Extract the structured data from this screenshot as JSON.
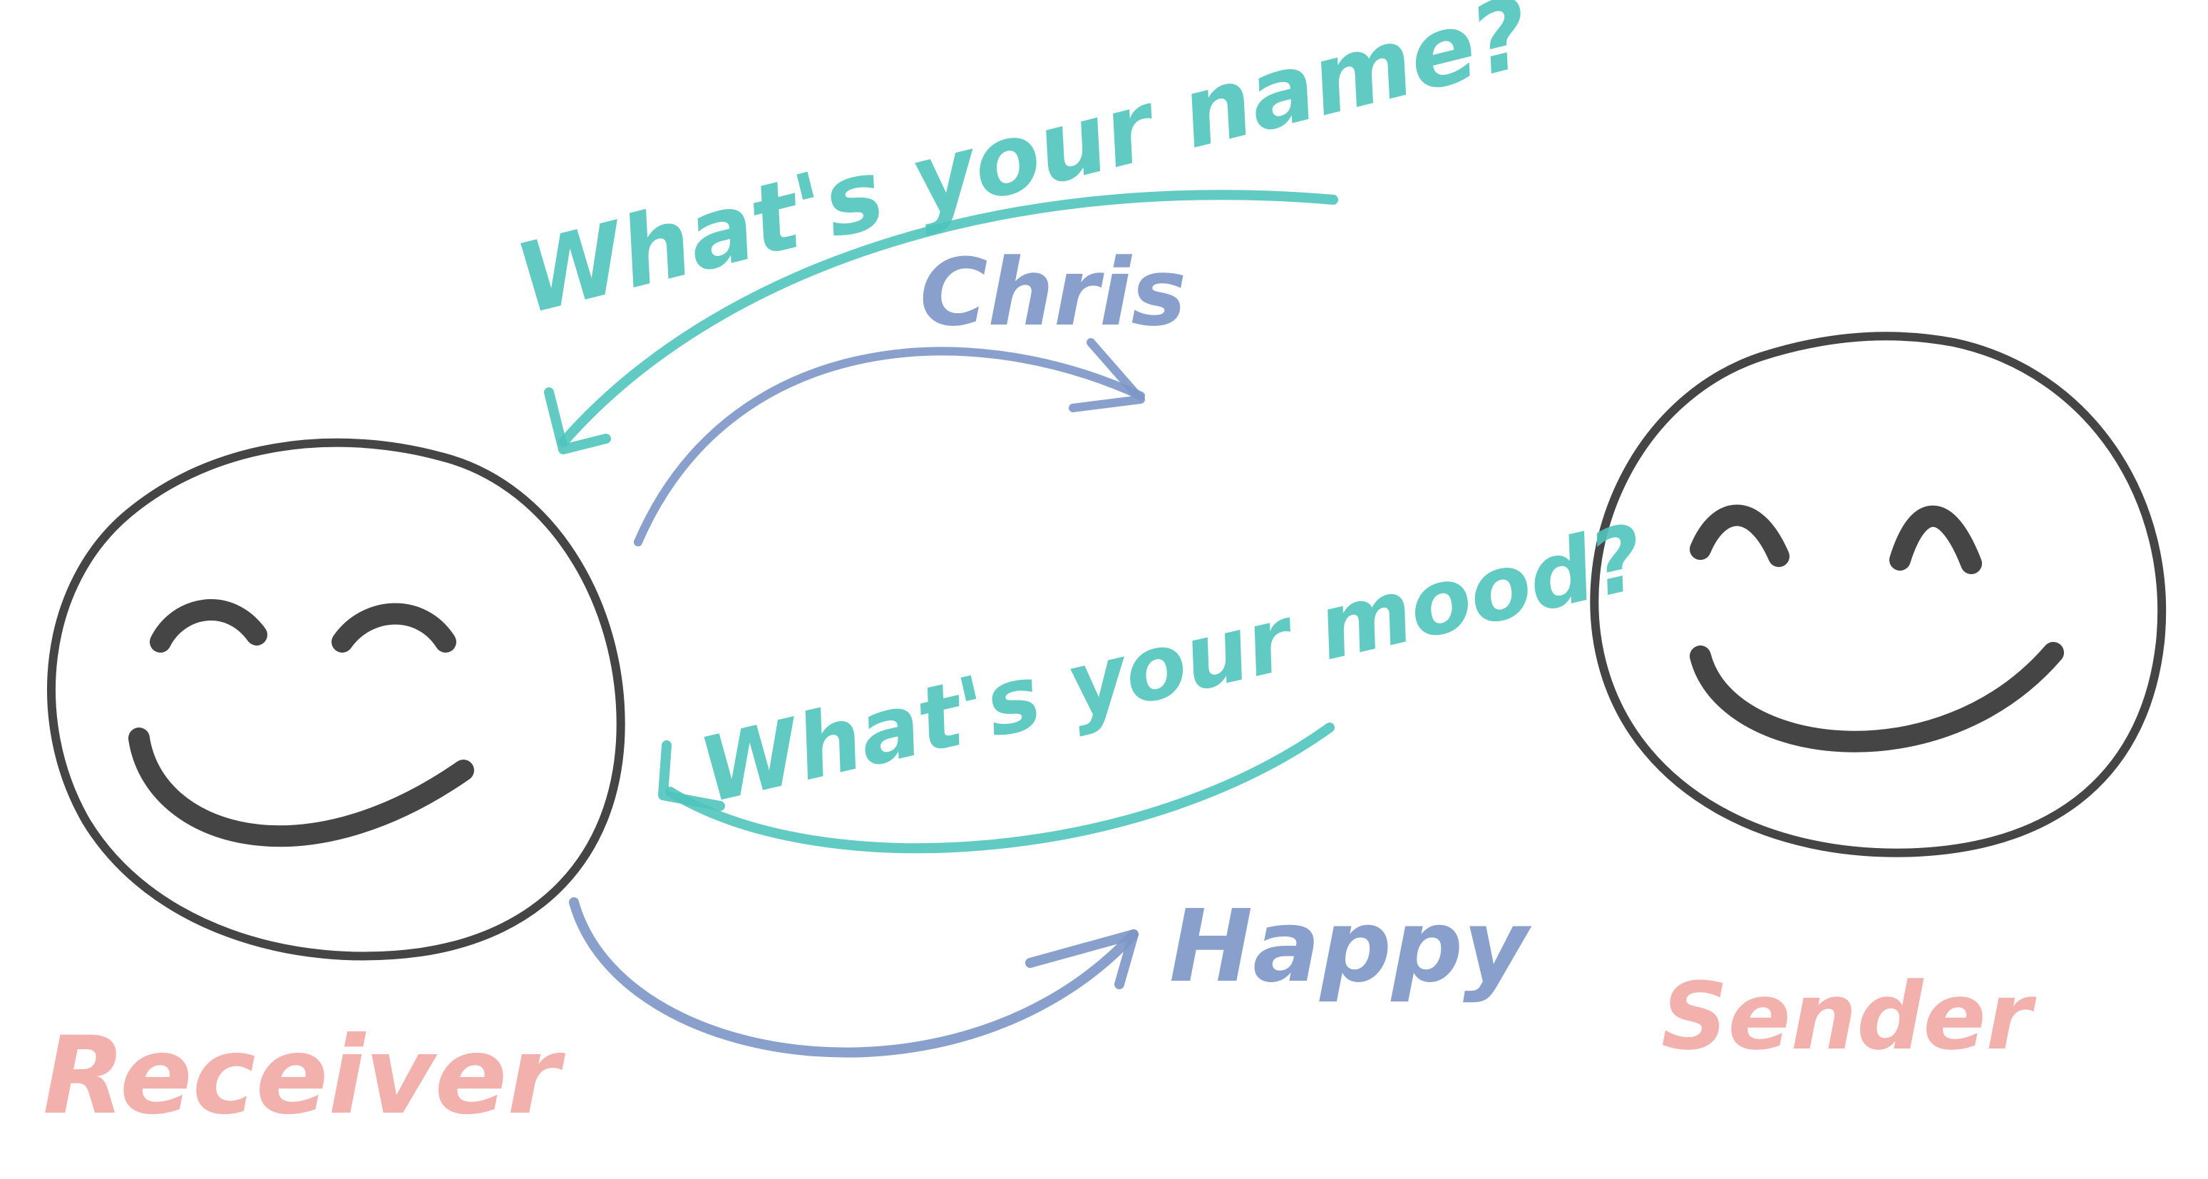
{
  "diagram": {
    "messages": {
      "question_name": "What's your name?",
      "answer_name": "Chris",
      "question_mood": "What's your mood?",
      "answer_mood": "Happy"
    },
    "actors": {
      "left_label": "Receiver",
      "right_label": "Sender"
    },
    "colors": {
      "question": "#4fc4bd",
      "answer": "#7c96c7",
      "actor_label": "#f2a9a4",
      "face": "#454545"
    }
  }
}
